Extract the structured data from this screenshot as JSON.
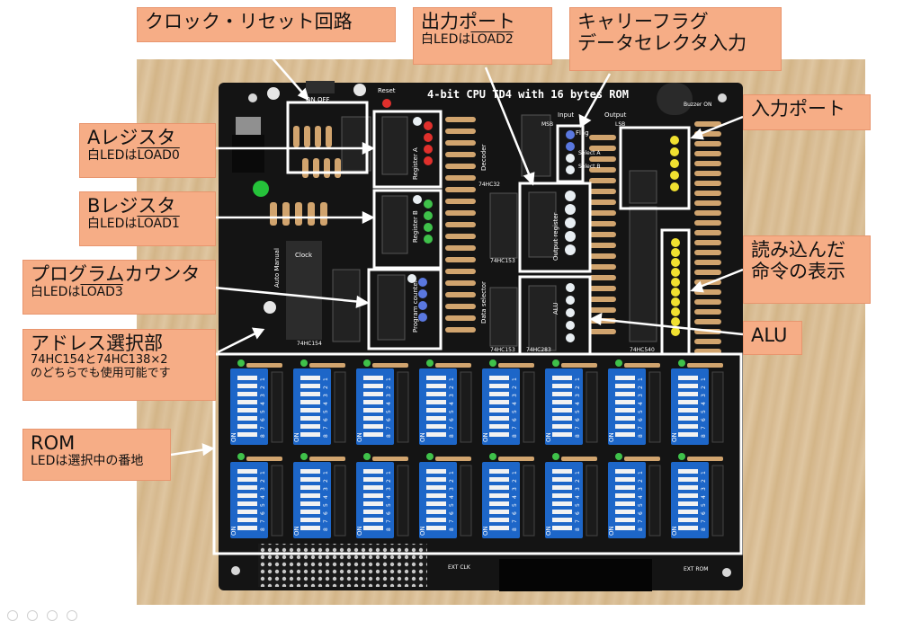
{
  "labels": {
    "clock_reset": "クロック・リセット回路",
    "output_port": {
      "title": "出力ポート",
      "sub_prefix": "白LEDは",
      "sub_signal": "LOAD2"
    },
    "carry": {
      "line1": "キャリーフラグ",
      "line2": "データセレクタ入力"
    },
    "input_port": "入力ポート",
    "a_register": {
      "title": "Aレジスタ",
      "sub_prefix": "白LEDは",
      "sub_signal": "LOAD0"
    },
    "b_register": {
      "title": "Bレジスタ",
      "sub_prefix": "白LEDは",
      "sub_signal": "LOAD1"
    },
    "program_counter": {
      "title": "プログラムカウンタ",
      "sub_prefix": "白LEDは",
      "sub_signal": "LOAD3"
    },
    "instruction": {
      "line1": "読み込んだ",
      "line2": "命令の表示"
    },
    "alu": "ALU",
    "address_select": {
      "title": "アドレス選択部",
      "sub1": "74HC154と74HC138×2",
      "sub2": "のどちらでも使用可能です"
    },
    "rom": {
      "title": "ROM",
      "sub": "LEDは選択中の番地"
    }
  },
  "pcb": {
    "title": "4-bit CPU TD4 with 16 bytes ROM",
    "switch_label": "ON OFF",
    "reset_label": "Reset",
    "buzzer_label": "Buzzer ON",
    "register_a": "Register A",
    "register_b": "Register B",
    "program_counter": "Program counter",
    "output_register": "Output register",
    "decoder": "Decoder",
    "data_selector": "Data selector",
    "alu": "ALU",
    "input_label": "Input",
    "output_label": "Output",
    "flag_label": "Flag",
    "select_a": "Select A",
    "select_b": "Select B",
    "msb": "MSB",
    "lsb": "LSB",
    "clock": "Clock",
    "auto_manual": "Auto Manual",
    "ext_clk": "EXT CLK",
    "ext_rom": "EXT ROM",
    "dip_on": "ON",
    "dip_numbers": [
      "1",
      "2",
      "3",
      "4",
      "5",
      "6",
      "7",
      "8"
    ],
    "chip_labels": [
      "74HC32",
      "74HC153",
      "74HC153",
      "74HC283",
      "74HC540",
      "74HC154"
    ]
  },
  "colors": {
    "pcb": "#141414",
    "callout": "#f6ad86",
    "frame": "#ffffff",
    "dip_switch": "#1d66c8",
    "led_red": "#e0302c",
    "led_green": "#3fc14a",
    "led_blue": "#5a78e0",
    "led_yellow": "#f0e030",
    "led_white": "#e8eef2",
    "resistor": "#d1a46e"
  }
}
